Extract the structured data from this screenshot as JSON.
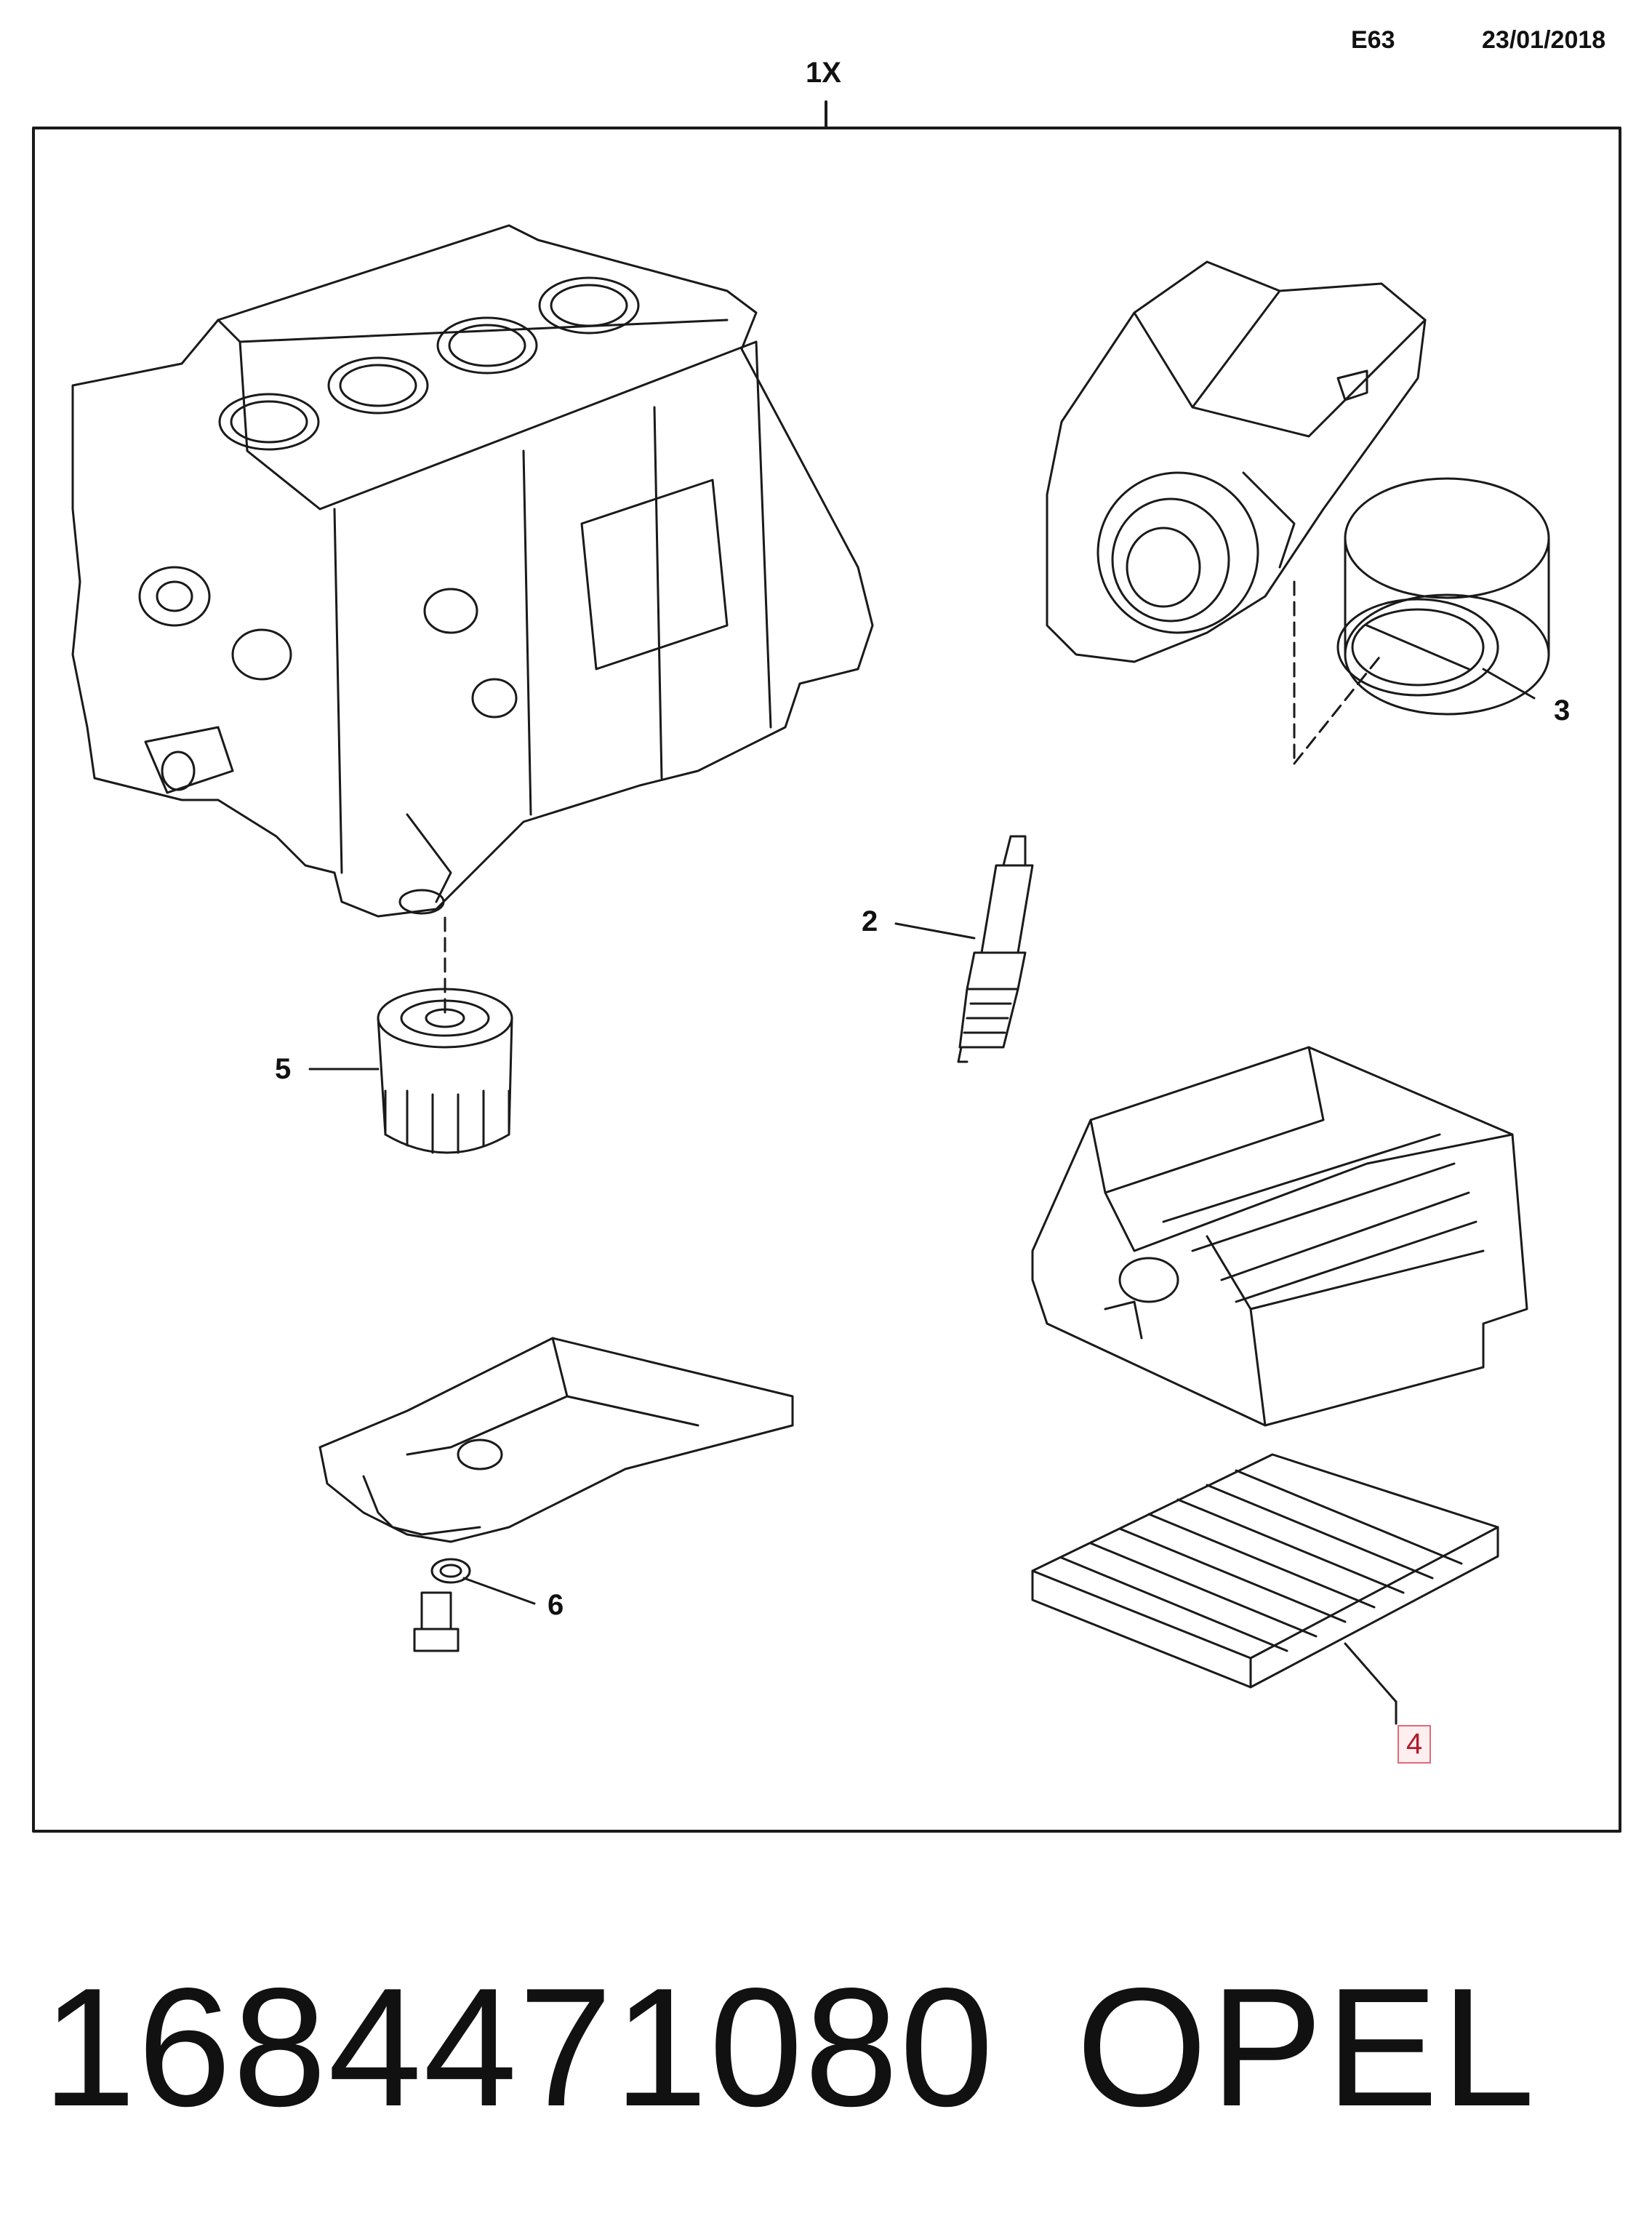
{
  "header": {
    "code": "E63",
    "date": "23/01/2018"
  },
  "kit_label": "1X",
  "callouts": {
    "p2": "2",
    "p3": "3",
    "p4": "4",
    "p5": "5",
    "p6": "6"
  },
  "footer": {
    "part_number": "1684471080",
    "brand": "OPEL"
  },
  "colors": {
    "line": "#1a1a1a",
    "highlight_border": "#e06a78",
    "highlight_fill": "#fdeef0"
  },
  "parts_icons": [
    "engine-block-icon",
    "air-filter-housing-icon",
    "air-filter-element-icon",
    "spark-plug-icon",
    "oil-filter-icon",
    "hvac-module-icon",
    "cabin-filter-icon",
    "oil-pan-icon",
    "drain-plug-icon"
  ]
}
